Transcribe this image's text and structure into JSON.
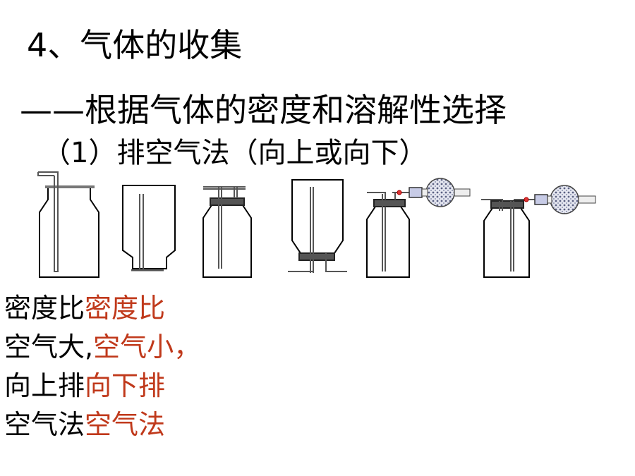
{
  "slide": {
    "title": "4、气体的收集",
    "subtitle": "——根据气体的密度和溶解性选择",
    "method": "（1）排空气法（向上或向下）"
  },
  "labels": {
    "dense": [
      "密度比",
      "空气大,",
      "向上排",
      "空气法"
    ],
    "light": [
      "密度比",
      "空气小，",
      "向下排",
      "空气法"
    ]
  },
  "colors": {
    "text": "#000000",
    "accent": "#c0391b"
  },
  "diagram": {
    "items": [
      "open-bottle-long-tube",
      "inverted-bottle-long-tube",
      "stoppered-bottle-long-tube",
      "inverted-stoppered-bottle-long-tube",
      "stoppered-bottle-with-drying-tube",
      "stoppered-bottle-short-tube-with-drying-tube"
    ]
  }
}
